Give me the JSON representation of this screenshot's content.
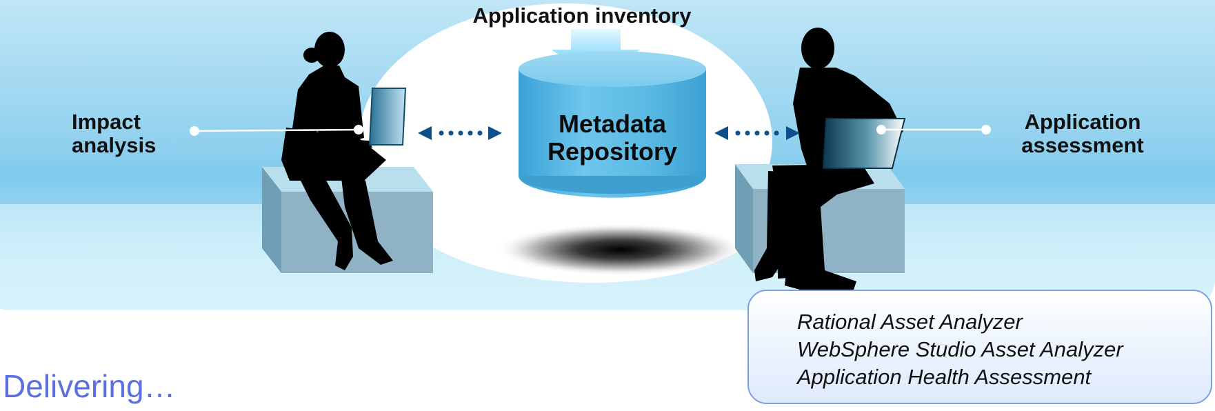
{
  "labels": {
    "top_input": "Application inventory",
    "left_1": "Impact",
    "left_2": "analysis",
    "right_1": "Application",
    "right_2": "assessment",
    "repository_1": "Metadata",
    "repository_2": "Repository"
  },
  "callout": {
    "lines": [
      "Rational Asset Analyzer",
      "WebSphere Studio Asset Analyzer",
      "Application Health Assessment"
    ]
  },
  "footer": {
    "text": "Delivering…"
  },
  "colors": {
    "accent": "#5b6fe0",
    "arrow": "#0d4f8a",
    "cylinder": "#5cb8e0",
    "callout_border": "#7c9fe0"
  }
}
